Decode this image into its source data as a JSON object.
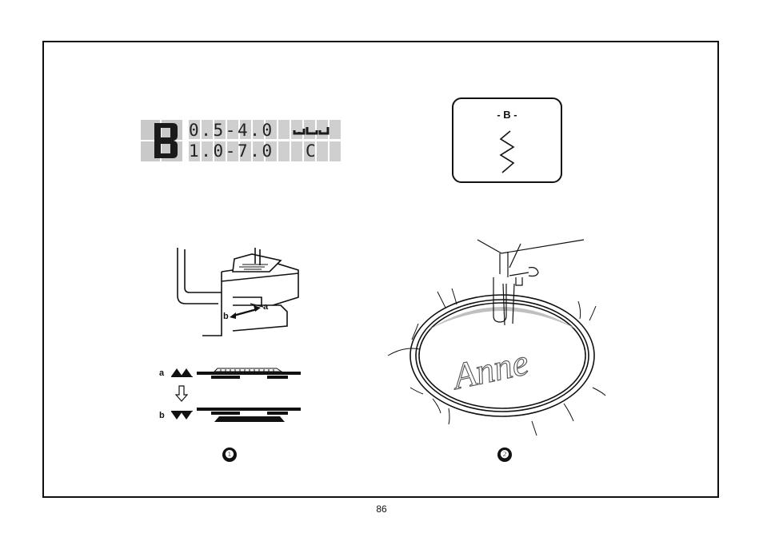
{
  "lcd": {
    "pattern_letter": "B",
    "line1": "0.5-4.0",
    "line2": "1.0-7.0",
    "foot_code": "C",
    "foot_icon": "presser-foot-icon"
  },
  "pattern_card": {
    "label": "- B -",
    "icon": "zigzag-stitch-icon"
  },
  "figure1": {
    "label_a": "a",
    "label_b": "b",
    "step": "❶"
  },
  "figure2": {
    "embroidery_text": "Anne",
    "step": "❷"
  },
  "page_number": "86"
}
